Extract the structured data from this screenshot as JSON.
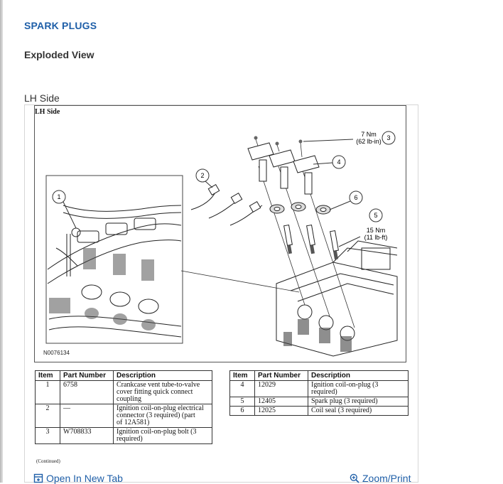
{
  "header": {
    "title": "SPARK PLUGS",
    "subtitle": "Exploded View",
    "caption": "LH Side"
  },
  "figure": {
    "label": "LH Side",
    "id": "N0076134",
    "callouts": [
      "1",
      "2",
      "3",
      "4",
      "5",
      "6"
    ],
    "torque_top": {
      "line1": "7 Nm",
      "line2": "(62 lb-in)"
    },
    "torque_plug": {
      "line1": "15 Nm",
      "line2": "(11 lb-ft)"
    }
  },
  "table_headers": [
    "Item",
    "Part Number",
    "Description"
  ],
  "table_left": [
    {
      "item": "1",
      "part": "6758",
      "desc": [
        "Crankcase vent tube-to-valve",
        "cover fitting quick connect",
        "coupling"
      ]
    },
    {
      "item": "2",
      "part": "—",
      "desc": [
        "Ignition coil-on-plug electrical",
        "connector (3 required) (part",
        "of 12A581)"
      ]
    },
    {
      "item": "3",
      "part": "W708833",
      "desc": [
        "Ignition coil-on-plug bolt (3",
        "required)"
      ]
    }
  ],
  "table_right": [
    {
      "item": "4",
      "part": "12029",
      "desc": [
        "Ignition coil-on-plug (3",
        "required)"
      ]
    },
    {
      "item": "5",
      "part": "12405",
      "desc": [
        "Spark plug (3 required)"
      ]
    },
    {
      "item": "6",
      "part": "12025",
      "desc": [
        "Coil seal (3 required)"
      ]
    }
  ],
  "continued": "(Continued)",
  "actions": {
    "open_new_tab": "Open In New Tab",
    "zoom_print": "Zoom/Print",
    "open_icon": "open-in-new-tab-icon",
    "zoom_icon": "zoom-in-icon"
  }
}
